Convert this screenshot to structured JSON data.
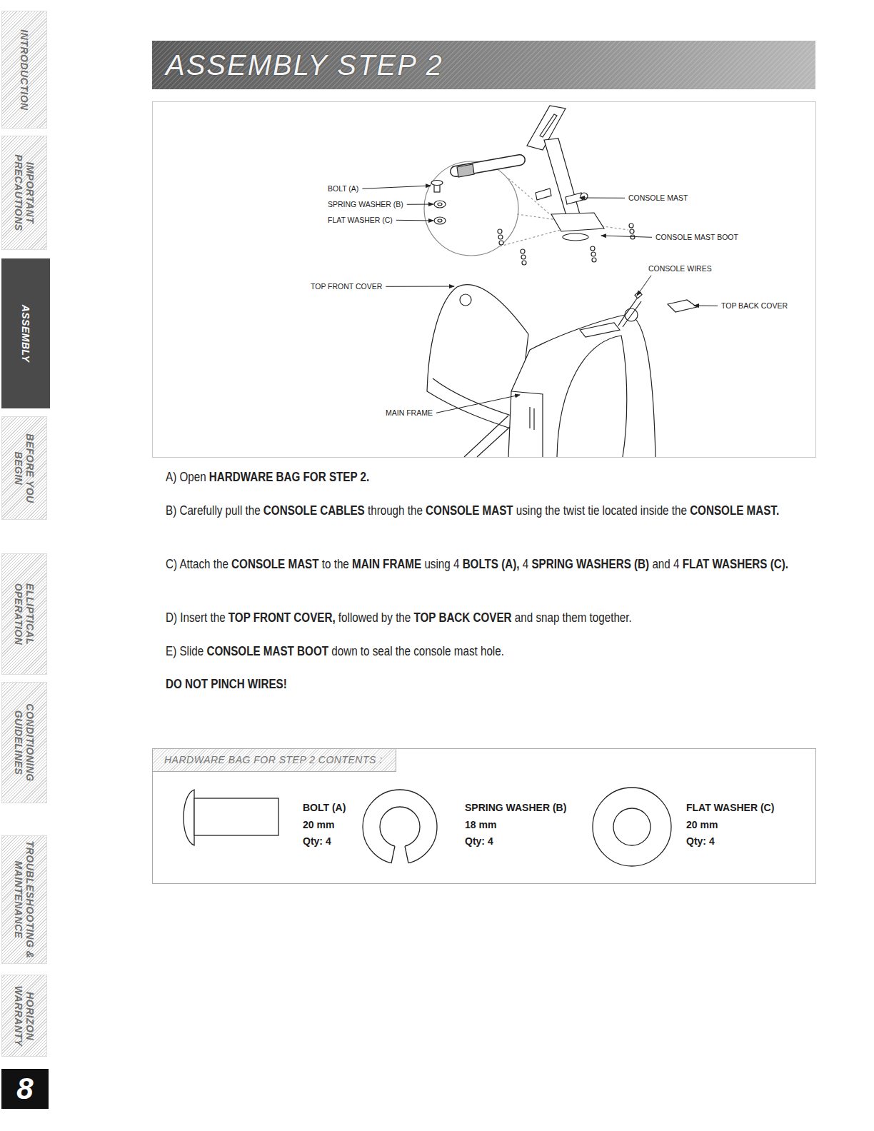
{
  "diagram": {
    "title": "ASSEMBLY STEP 2",
    "nodes": [
      {
        "text": [
          "INTRODUCTION"
        ]
      },
      {
        "text": [
          "IMPORTANT PRECAUTIONS"
        ]
      },
      {
        "text": [
          "ASSEMBLY"
        ]
      },
      {
        "text": [
          "BEFORE YOU BEGIN"
        ]
      },
      {
        "text": [
          "ELLIPTICAL OPERATION"
        ]
      },
      {
        "text": [
          "CONDITIONING GUIDELINES"
        ]
      },
      {
        "text": [
          "TROUBLESHOOTING & MAINTENANCE"
        ]
      },
      {
        "text": [
          "HORIZON WARRANTY"
        ]
      },
      {
        "text": [
          "HARDWARE BAG FOR STEP 2 CONTENTS :"
        ]
      },
      {
        "text": [
          "8"
        ]
      }
    ],
    "labels": [
      "BOLT (A)",
      "SPRING WASHER (B)",
      "FLAT WASHER (C)",
      "TOP FRONT COVER",
      "MAIN FRAME",
      "CONSOLE MAST",
      "CONSOLE MAST BOOT",
      "CONSOLE WIRES",
      "TOP BACK COVER",
      "A) Open",
      "HARDWARE BAG FOR STEP 2.",
      "B) Carefully pull the",
      "CONSOLE CABLES",
      "through the",
      "CONSOLE MAST",
      "using the twist tie located inside the",
      "CONSOLE MAST.",
      "C) Attach the",
      "CONSOLE MAST",
      "to the",
      "MAIN FRAME",
      "using 4",
      "BOLTS (A),",
      "4",
      "SPRING WASHERS (B)",
      "and 4",
      "FLAT WASHERS (C).",
      "D) Insert the",
      "TOP FRONT COVER,",
      "followed by the",
      "TOP BACK COVER",
      "and snap them together.",
      "E) Slide",
      "CONSOLE MAST BOOT",
      "down to seal the console mast hole.",
      "DO NOT PINCH WIRES!",
      "BOLT (A)",
      "20 mm",
      "Qty: 4",
      "SPRING WASHER (B)",
      "18 mm",
      "Qty: 4",
      "FLAT WASHER (C)",
      "20 mm",
      "Qty: 4"
    ]
  }
}
